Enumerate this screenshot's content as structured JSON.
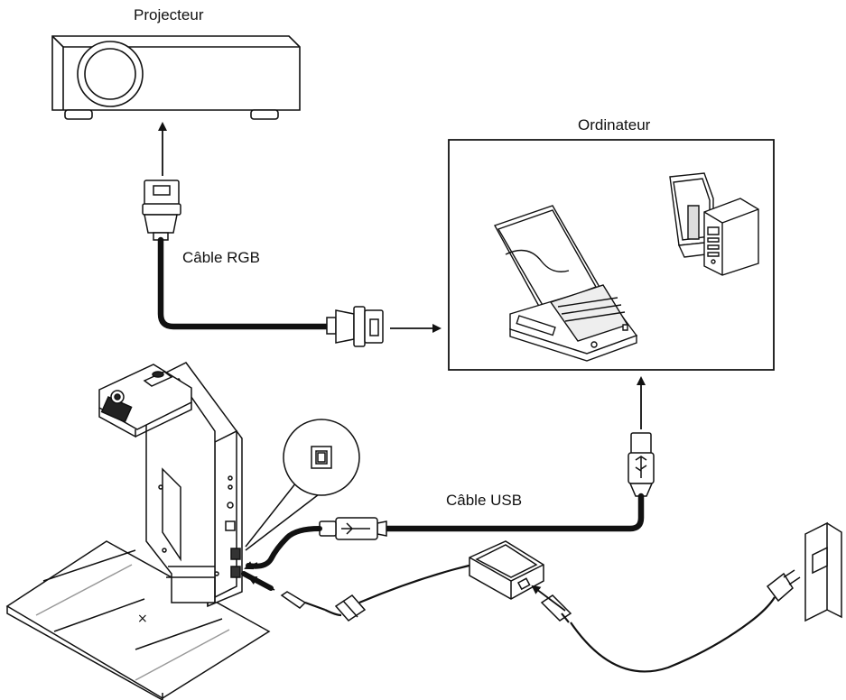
{
  "labels": {
    "projector": "Projecteur",
    "computer": "Ordinateur",
    "rgb_cable": "Câble RGB",
    "usb_cable": "Câble USB"
  },
  "colors": {
    "line": "#111111",
    "fill": "#ffffff",
    "shade": "#d9d9d9",
    "dark": "#333333"
  }
}
